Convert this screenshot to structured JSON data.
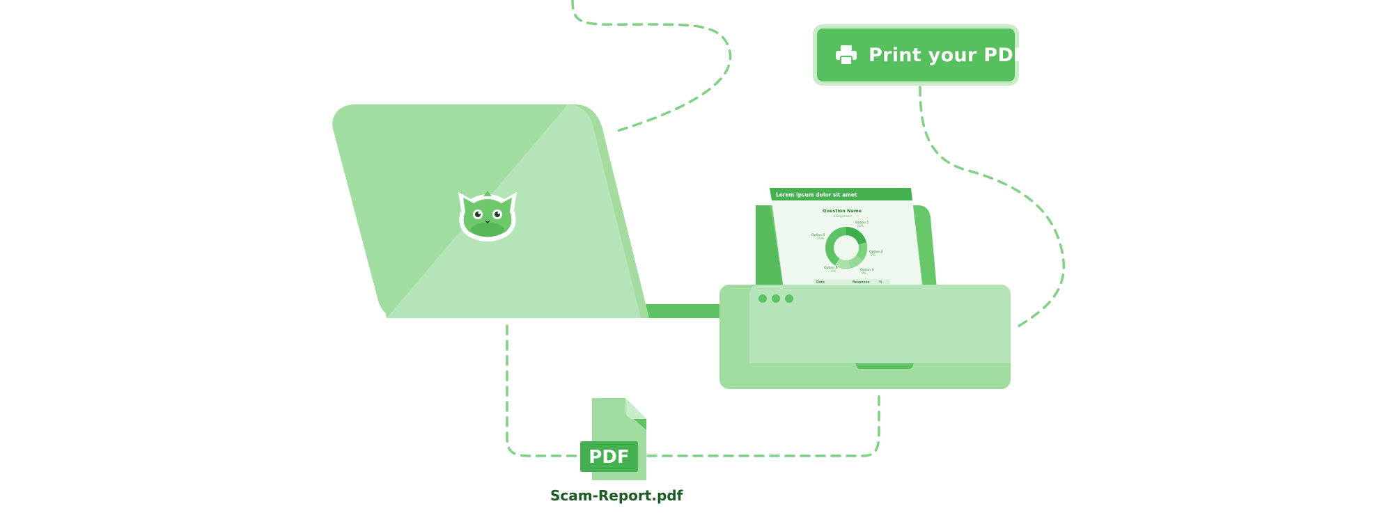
{
  "button": {
    "label": "Print your PDF",
    "icon": "printer-icon"
  },
  "file": {
    "name": "Scam-Report.pdf",
    "badge": "PDF",
    "icon": "pdf-file-icon"
  },
  "laptop": {
    "sticker_icon": "cat-sticker-icon"
  },
  "document": {
    "header_title": "Lorem ipsum dolor sit amet",
    "question_name": "Question Name",
    "responses": "8 Responses",
    "options": [
      {
        "label": "Option 1",
        "value": "30%"
      },
      {
        "label": "Option 2",
        "value": "7%"
      },
      {
        "label": "Option 3",
        "value": "4%"
      },
      {
        "label": "Option 4",
        "value": "9%"
      },
      {
        "label": "Option 5",
        "value": "25%"
      }
    ],
    "table_headers": [
      "Data",
      "Response",
      "%"
    ]
  },
  "colors": {
    "brand_green": "#56bf5e",
    "dark_green": "#3fae4c",
    "light_green": "#b3e4b6",
    "mid_green": "#a0dc9f",
    "dash_green": "#82cf86",
    "text_dark": "#1e5a25"
  }
}
